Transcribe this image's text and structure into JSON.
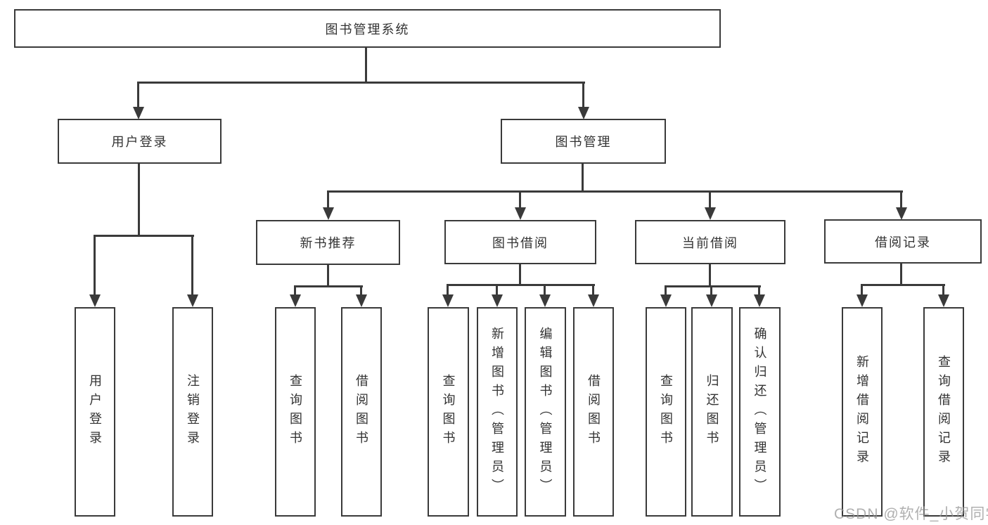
{
  "tree": {
    "root": {
      "label": "图书管理系统",
      "children": [
        {
          "label": "用户登录",
          "children": [
            {
              "label": "用户登录"
            },
            {
              "label": "注销登录"
            }
          ]
        },
        {
          "label": "图书管理",
          "children": [
            {
              "label": "新书推荐",
              "children": [
                {
                  "label": "查询图书"
                },
                {
                  "label": "借阅图书"
                }
              ]
            },
            {
              "label": "图书借阅",
              "children": [
                {
                  "label": "查询图书"
                },
                {
                  "label": "新增图书（管理员）"
                },
                {
                  "label": "编辑图书（管理员）"
                },
                {
                  "label": "借阅图书"
                }
              ]
            },
            {
              "label": "当前借阅",
              "children": [
                {
                  "label": "查询图书"
                },
                {
                  "label": "归还图书"
                },
                {
                  "label": "确认归还（管理员）"
                }
              ]
            },
            {
              "label": "借阅记录",
              "children": [
                {
                  "label": "新增借阅记录"
                },
                {
                  "label": "查询借阅记录"
                }
              ]
            }
          ]
        }
      ]
    }
  },
  "watermark": {
    "text": "CSDN @软件_小贺同学"
  },
  "colors": {
    "line": "#3a3a3a",
    "text": "#333333",
    "watermark": "#969696",
    "background": "#ffffff"
  }
}
